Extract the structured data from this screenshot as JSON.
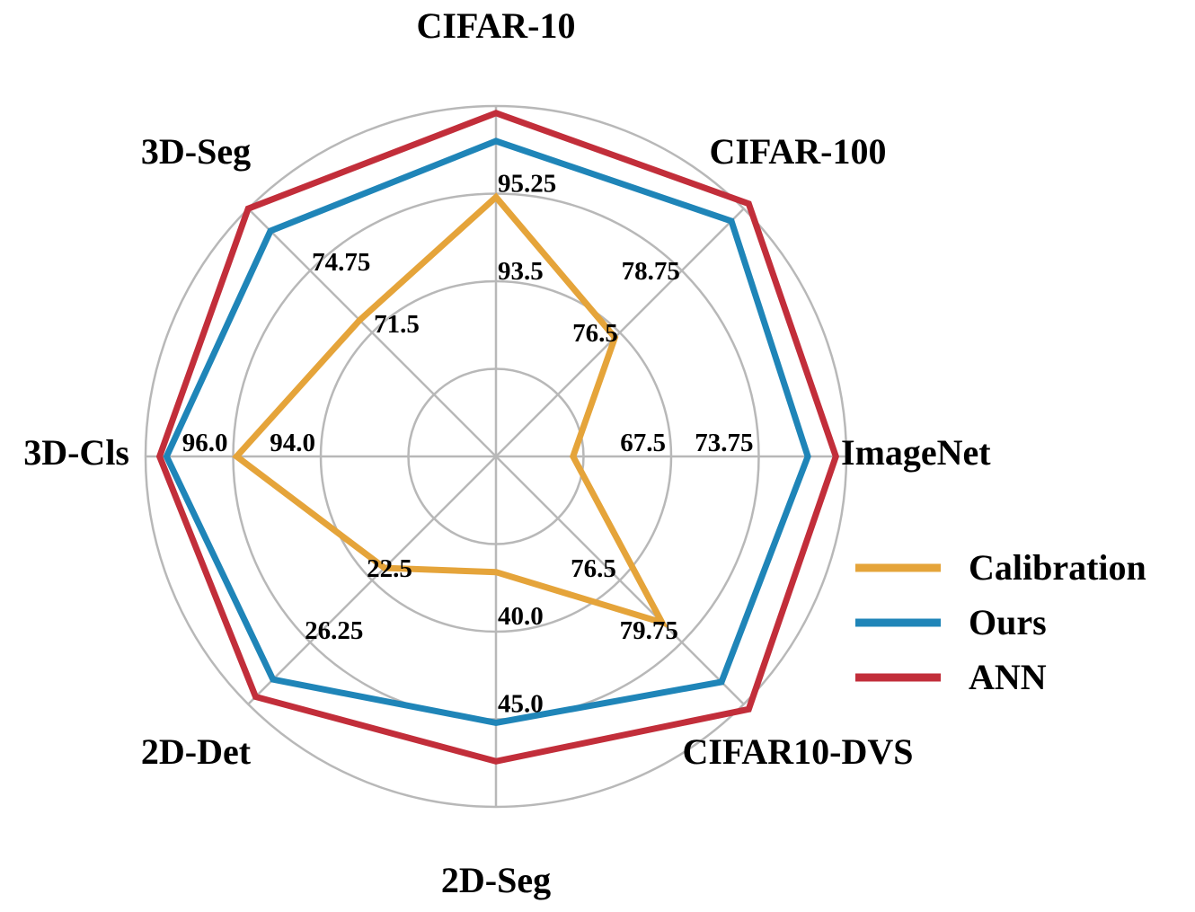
{
  "chart_data": {
    "type": "radar",
    "axes": [
      {
        "label": "CIFAR-10",
        "ticks": [
          {
            "label": "93.5",
            "r": 0.5
          },
          {
            "label": "95.25",
            "r": 0.75
          }
        ]
      },
      {
        "label": "CIFAR-100",
        "ticks": [
          {
            "label": "76.5",
            "r": 0.5
          },
          {
            "label": "78.75",
            "r": 0.75
          }
        ]
      },
      {
        "label": "ImageNet",
        "ticks": [
          {
            "label": "67.5",
            "r": 0.5
          },
          {
            "label": "73.75",
            "r": 0.75
          }
        ]
      },
      {
        "label": "CIFAR10-DVS",
        "ticks": [
          {
            "label": "76.5",
            "r": 0.5
          },
          {
            "label": "79.75",
            "r": 0.75
          }
        ]
      },
      {
        "label": "2D-Seg",
        "ticks": [
          {
            "label": "40.0",
            "r": 0.5
          },
          {
            "label": "45.0",
            "r": 0.75
          }
        ]
      },
      {
        "label": "2D-Det",
        "ticks": [
          {
            "label": "22.5",
            "r": 0.5
          },
          {
            "label": "26.25",
            "r": 0.75
          }
        ]
      },
      {
        "label": "3D-Cls",
        "ticks": [
          {
            "label": "94.0",
            "r": 0.5
          },
          {
            "label": "96.0",
            "r": 0.75
          }
        ]
      },
      {
        "label": "3D-Seg",
        "ticks": [
          {
            "label": "71.5",
            "r": 0.5
          },
          {
            "label": "74.75",
            "r": 0.75
          }
        ]
      }
    ],
    "rings": [
      0.25,
      0.5,
      0.75,
      1.0
    ],
    "series": [
      {
        "name": "Calibration",
        "color": "#E5A43A",
        "values": [
          0.74,
          0.48,
          0.22,
          0.67,
          0.33,
          0.45,
          0.74,
          0.55
        ]
      },
      {
        "name": "Ours",
        "color": "#1F85B8",
        "values": [
          0.9,
          0.95,
          0.89,
          0.91,
          0.76,
          0.9,
          0.94,
          0.91
        ]
      },
      {
        "name": "ANN",
        "color": "#C22E3A",
        "values": [
          0.98,
          1.02,
          0.97,
          1.02,
          0.87,
          0.97,
          0.96,
          1.0
        ]
      }
    ],
    "legend_position": "right",
    "grid": true
  }
}
